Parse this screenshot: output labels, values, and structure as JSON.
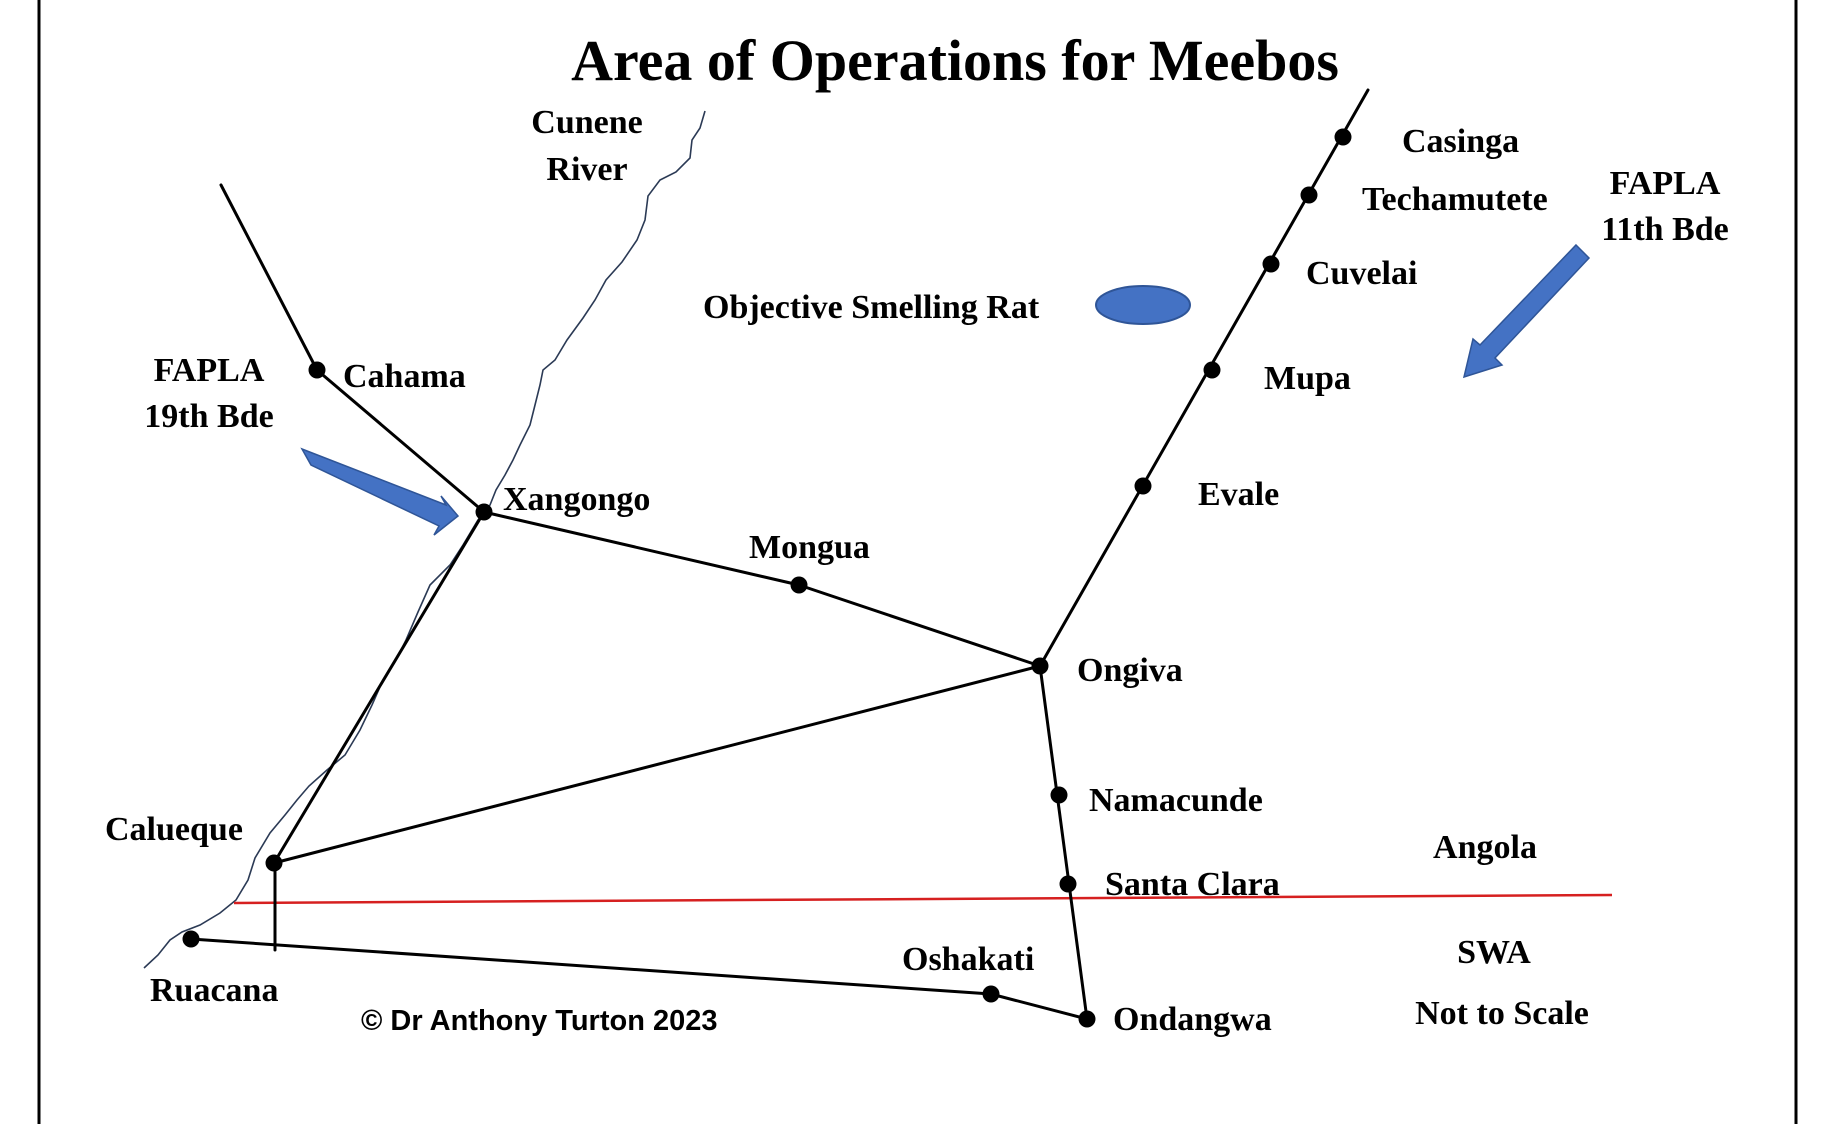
{
  "title": "Area of Operations for Meebos",
  "copyright": "© Dr Anthony Turton 2023",
  "scale_note": "Not to Scale",
  "colors": {
    "road": "#000000",
    "border": "#d62020",
    "arrow": "#4472c4",
    "objective": "#4472c4",
    "river": "#2b3a55"
  },
  "labels": {
    "river_line1": "Cunene",
    "river_line2": "River",
    "fapla19_line1": "FAPLA",
    "fapla19_line2": "19th Bde",
    "fapla11_line1": "FAPLA",
    "fapla11_line2": "11th Bde",
    "objective": "Objective Smelling Rat",
    "angola": "Angola",
    "swa": "SWA"
  },
  "towns": {
    "casinga": "Casinga",
    "techamutete": "Techamutete",
    "cuvelai": "Cuvelai",
    "mupa": "Mupa",
    "evale": "Evale",
    "cahama": "Cahama",
    "xangongo": "Xangongo",
    "mongua": "Mongua",
    "ongiva": "Ongiva",
    "namacunde": "Namacunde",
    "santa_clara": "Santa Clara",
    "calueque": "Calueque",
    "ruacana": "Ruacana",
    "oshakati": "Oshakati",
    "ondangwa": "Ondangwa"
  }
}
